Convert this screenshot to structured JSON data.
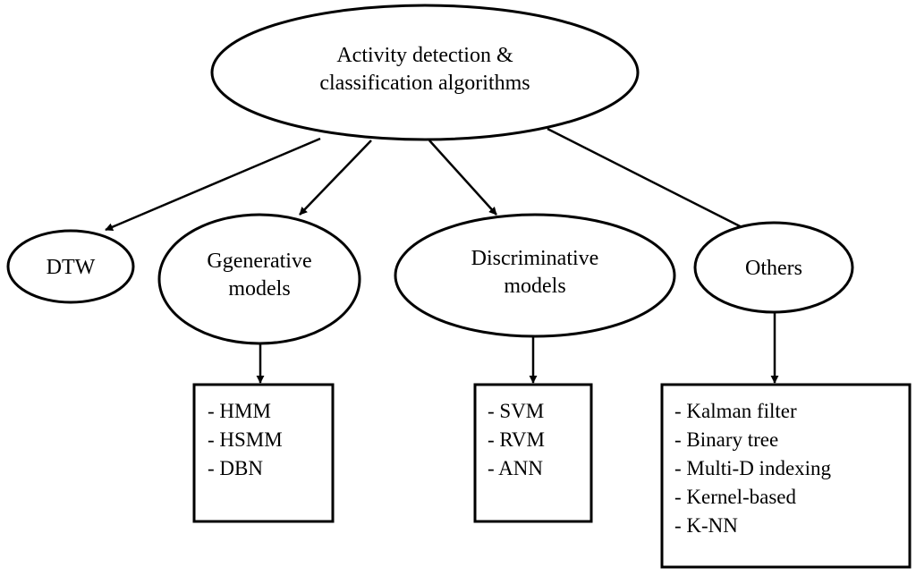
{
  "root": {
    "lines": [
      "Activity detection &",
      "classification algorithms"
    ]
  },
  "categories": [
    {
      "id": "dtw",
      "lines": [
        "DTW"
      ]
    },
    {
      "id": "generative",
      "lines": [
        "Ggenerative",
        "models"
      ],
      "items": [
        "- HMM",
        "- HSMM",
        "- DBN"
      ]
    },
    {
      "id": "discriminative",
      "lines": [
        "Discriminative",
        "models"
      ],
      "items": [
        "- SVM",
        "- RVM",
        "- ANN"
      ]
    },
    {
      "id": "others",
      "lines": [
        "Others"
      ],
      "items": [
        "- Kalman filter",
        "- Binary tree",
        "- Multi-D indexing",
        "- Kernel-based",
        "- K-NN"
      ]
    }
  ]
}
